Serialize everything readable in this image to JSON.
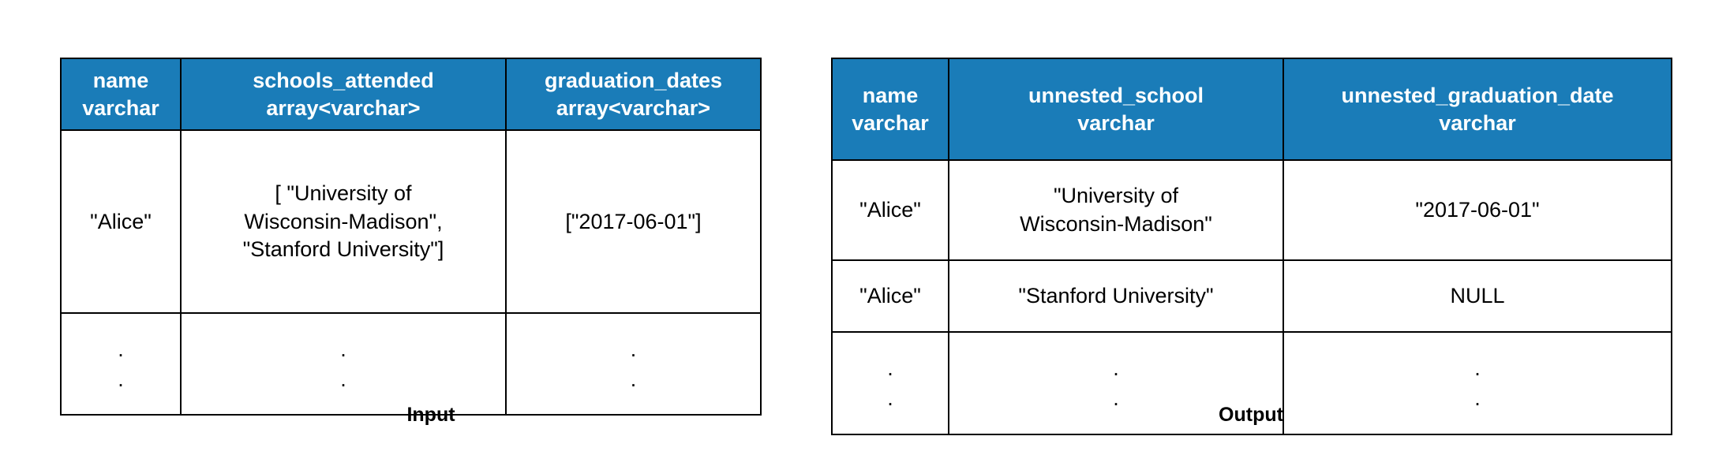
{
  "theme": {
    "header_bg": "#1a7cb8",
    "header_text": "#ffffff",
    "border": "#000000",
    "cell_bg": "#ffffff",
    "cell_text": "#000000",
    "page_bg": "#ffffff"
  },
  "diagram": {
    "title": "",
    "type": "before-after-table-pair"
  },
  "input_table": {
    "caption": "Input",
    "columns": [
      {
        "name": "name",
        "type": "varchar"
      },
      {
        "name": "schools_attended",
        "type": "array<varchar>"
      },
      {
        "name": "graduation_dates",
        "type": "array<varchar>"
      }
    ],
    "rows": [
      {
        "kind": "data",
        "cells": [
          "\"Alice\"",
          "[ \"University of\nWisconsin-Madison\",\n\"Stanford University\"]",
          "[\"2017-06-01\"]"
        ]
      },
      {
        "kind": "ellipsis",
        "cells": [
          ".\n.",
          ".\n.",
          ".\n."
        ]
      }
    ]
  },
  "output_table": {
    "caption": "Output",
    "columns": [
      {
        "name": "name",
        "type": "varchar"
      },
      {
        "name": "unnested_school",
        "type": "varchar"
      },
      {
        "name": "unnested_graduation_date",
        "type": "varchar"
      }
    ],
    "rows": [
      {
        "kind": "data",
        "cells": [
          "\"Alice\"",
          "\"University of\nWisconsin-Madison\"",
          "\"2017-06-01\""
        ]
      },
      {
        "kind": "data",
        "cells": [
          "\"Alice\"",
          "\"Stanford University\"",
          "NULL"
        ]
      },
      {
        "kind": "ellipsis",
        "cells": [
          ".\n.",
          ".\n.",
          ".\n."
        ]
      }
    ]
  },
  "ellipsis": {
    "dot": "."
  }
}
